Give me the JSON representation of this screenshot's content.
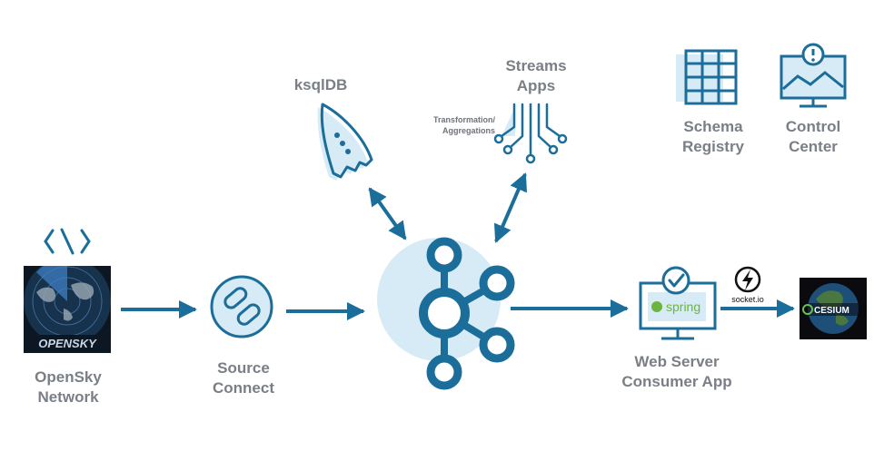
{
  "colors": {
    "primary": "#1B6E9A",
    "light": "#D6EBF5",
    "label": "#7A7F86"
  },
  "nodes": {
    "ksqldb": {
      "label": "ksqlDB",
      "icon": "rocket-icon"
    },
    "streams": {
      "label_line1": "Streams",
      "label_line2": "Apps",
      "note_line1": "Transformation/",
      "note_line2": "Aggregations",
      "icon": "streams-icon"
    },
    "schema_registry": {
      "label_line1": "Schema",
      "label_line2": "Registry",
      "icon": "table-grid-icon"
    },
    "control_center": {
      "label_line1": "Control",
      "label_line2": "Center",
      "icon": "monitor-alert-icon"
    },
    "opensky": {
      "label_line1": "OpenSky",
      "label_line2": "Network",
      "logo_text": "OPENSKY",
      "badge_icon": "code-icon"
    },
    "source_connect": {
      "label_line1": "Source",
      "label_line2": "Connect",
      "icon": "connector-icon"
    },
    "kafka": {
      "icon": "kafka-logo-icon"
    },
    "web_server": {
      "label_line1": "Web Server",
      "label_line2": "Consumer App",
      "brand_text": "spring",
      "icon": "monitor-check-icon"
    },
    "socketio": {
      "label": "socket.io",
      "icon": "socketio-icon"
    },
    "cesium": {
      "label": "CESIUM",
      "icon": "globe-icon"
    }
  }
}
